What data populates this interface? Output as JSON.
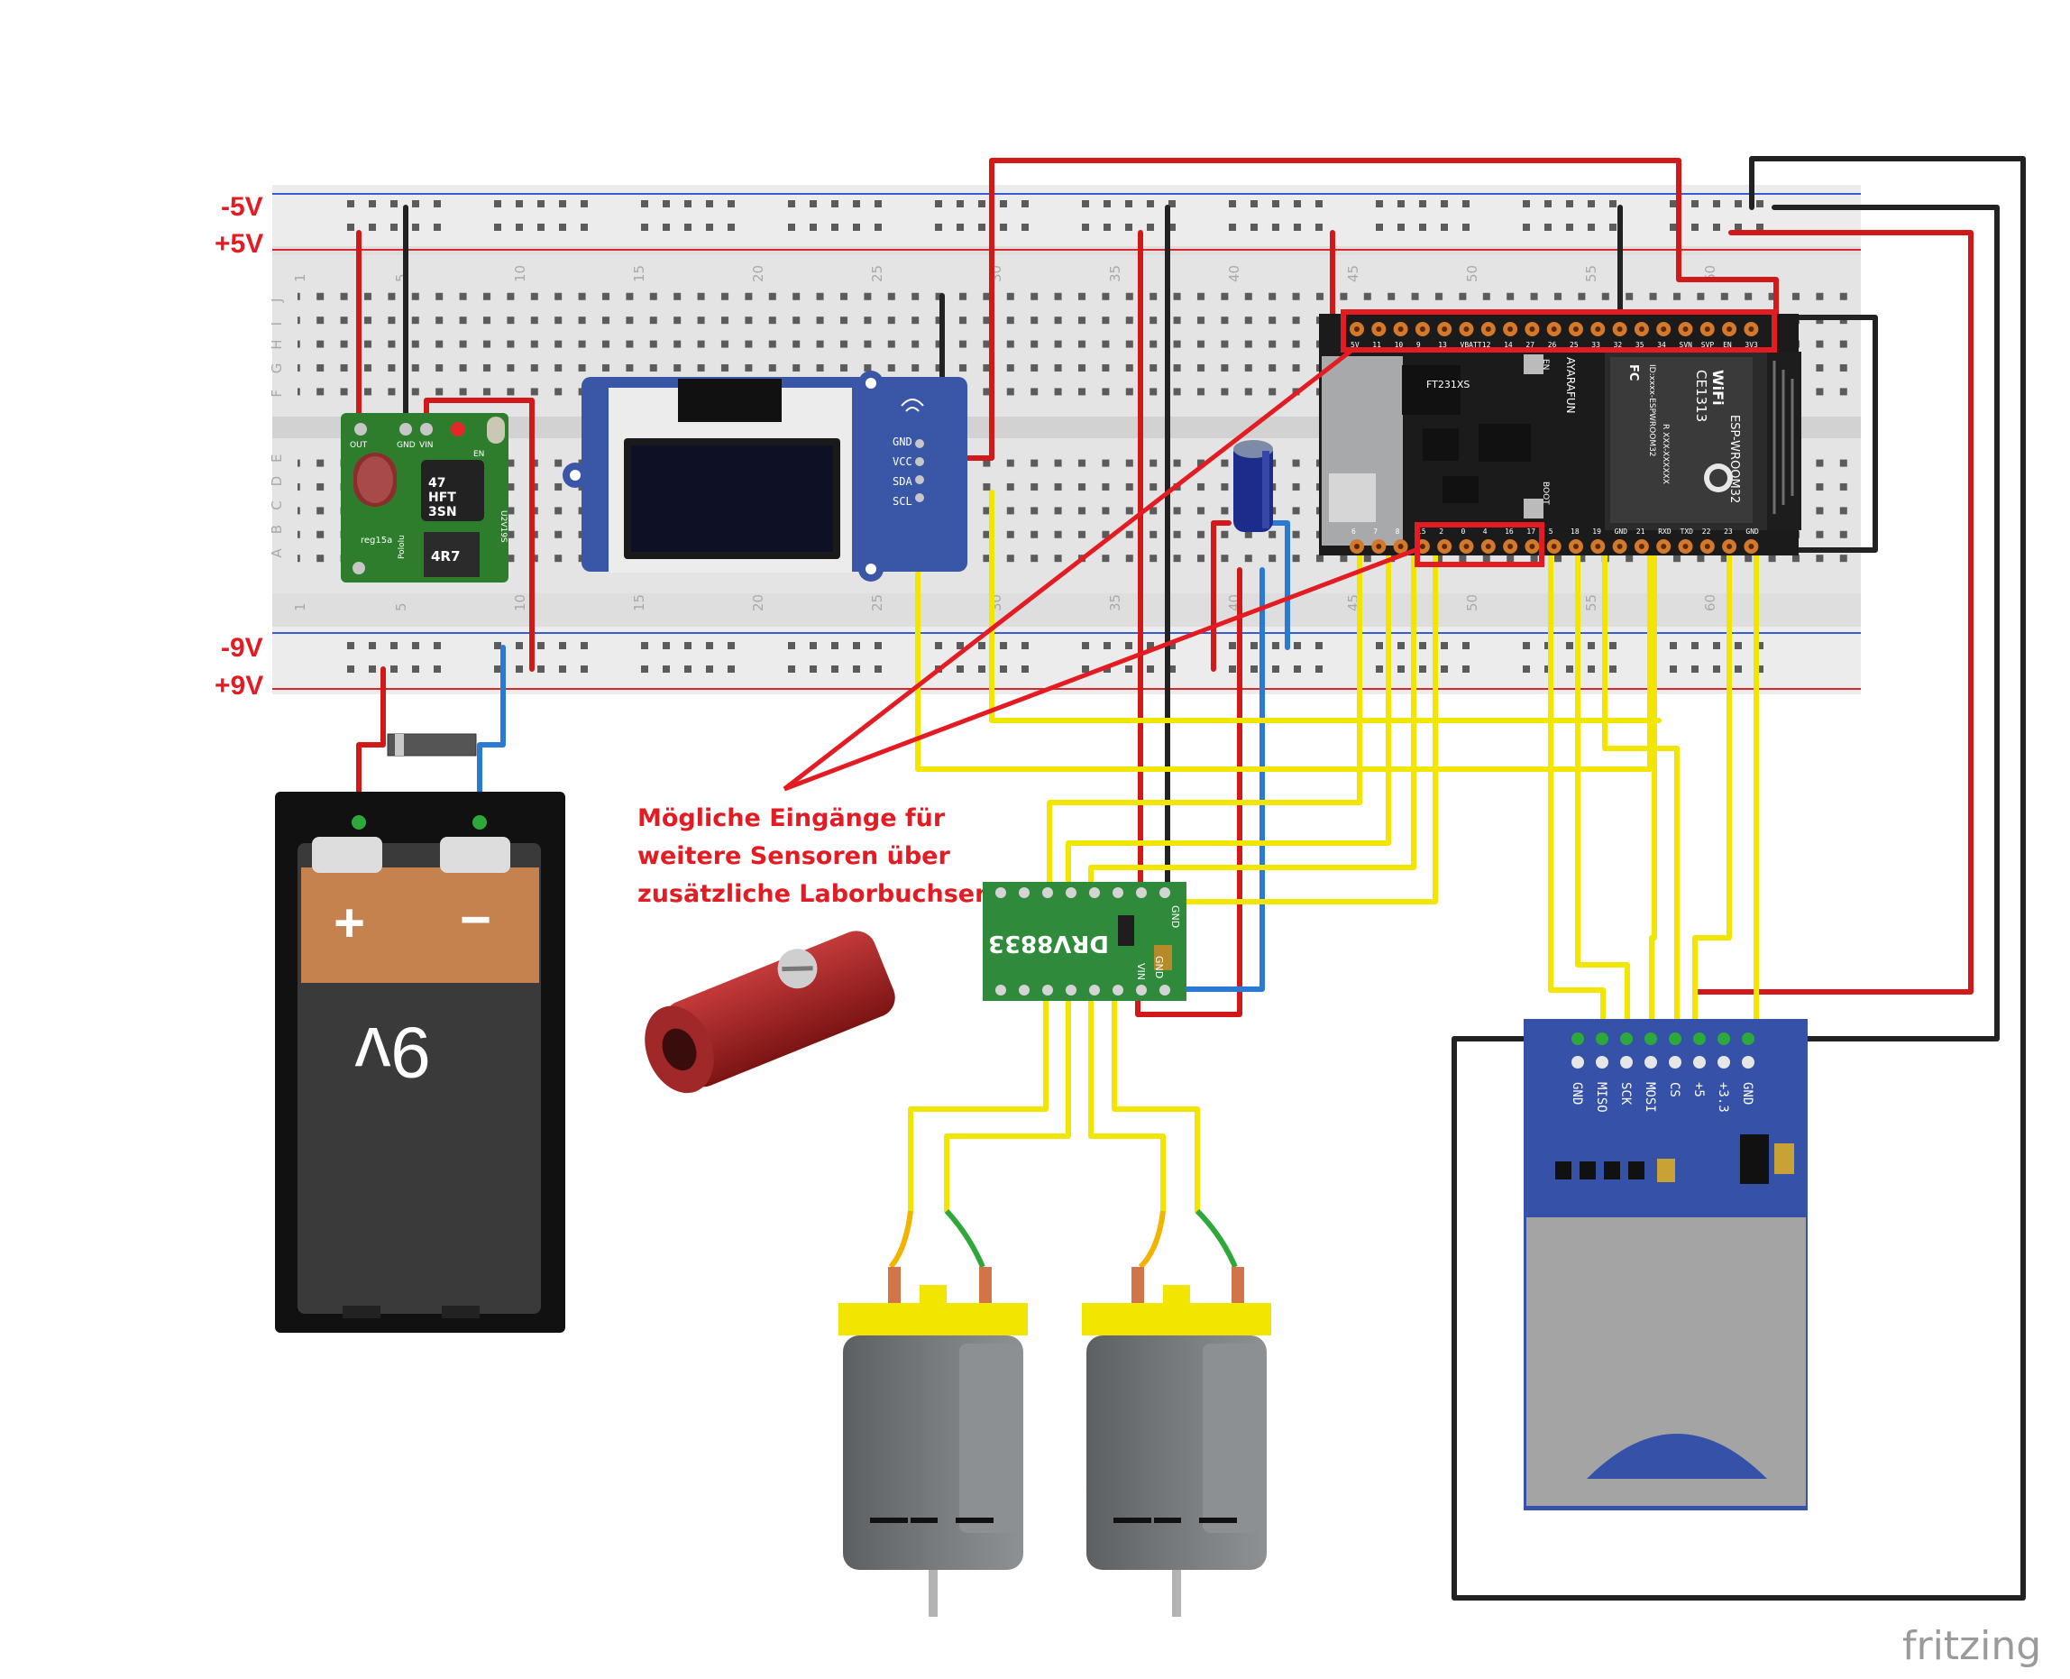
{
  "rail_labels": {
    "top_minus": "-5V",
    "top_plus": "+5V",
    "bottom_minus": "-9V",
    "bottom_plus": "+9V"
  },
  "breadboard": {
    "column_numbers": [
      "1",
      "5",
      "10",
      "15",
      "20",
      "25",
      "30",
      "35",
      "40",
      "45",
      "50",
      "55",
      "60"
    ],
    "row_letters": [
      "J",
      "I",
      "H",
      "G",
      "F",
      "E",
      "D",
      "C",
      "B",
      "A"
    ]
  },
  "regulator": {
    "pin_labels": [
      "OUT",
      "GND",
      "VIN",
      "EN"
    ],
    "inductor_marks": [
      "47",
      "HFT",
      "3SN"
    ],
    "coil_mark": "4R7",
    "silk_1": "reg15a",
    "silk_2": "Pololu",
    "silk_3": "U2V19S"
  },
  "display": {
    "pin_labels": [
      "GND",
      "VCC",
      "SDA",
      "SCL"
    ]
  },
  "esp32": {
    "top_pins": [
      "5V",
      "11",
      "10",
      "9",
      "13",
      "VBATT",
      "12",
      "14",
      "27",
      "26",
      "25",
      "33",
      "32",
      "35",
      "34",
      "SVN",
      "SVP",
      "EN",
      "3V3"
    ],
    "bottom_pins": [
      "6",
      "7",
      "8",
      "15",
      "2",
      "0",
      "4",
      "16",
      "17",
      "5",
      "18",
      "19",
      "GND",
      "21",
      "RXD",
      "TXD",
      "22",
      "23",
      "GND"
    ],
    "chip_label": "FT231XS",
    "brand_label": "AYARAFUN",
    "boot_label": "BOOT",
    "en_label": "EN",
    "wifi_label": "WiFi",
    "module_label": "ESP-WROOM32",
    "fc_label": "FC",
    "ce_label": "CE1313",
    "id_label": "ID:xxxx-ESPWROOM32",
    "r_label": "R XXX-XXXXXX"
  },
  "motor_driver": {
    "label": "DRV8833",
    "pin_labels": [
      "GND",
      "GND",
      "VIN"
    ]
  },
  "sd_module": {
    "pin_labels": [
      "GND",
      "MISO",
      "SCK",
      "MOSI",
      "CS",
      "+5",
      "+3.3",
      "GND"
    ]
  },
  "battery": {
    "plus": "+",
    "minus": "−",
    "voltage": "9v"
  },
  "annotation": {
    "line1": "Mögliche Eingänge für",
    "line2": "weitere Sensoren über",
    "line3": "zusätzliche Laborbuchsen"
  },
  "watermark": "fritzing",
  "colors": {
    "red_wire": "#d11919",
    "black_wire": "#222222",
    "yellow_wire": "#f2e600",
    "blue_wire": "#2a7ad4",
    "green_wire": "#2ea83a",
    "annotation": "#e31b23"
  }
}
